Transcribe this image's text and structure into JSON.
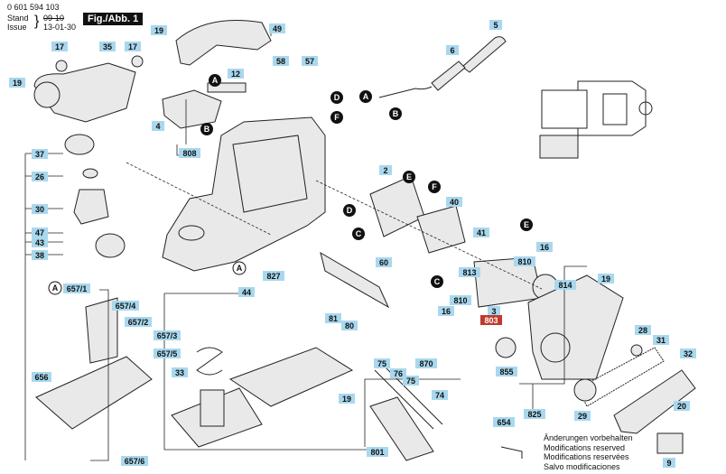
{
  "header": {
    "part_number": "0 601 594 103",
    "stand_label": "Stand",
    "issue_label": "Issue",
    "stand_value": "09-10",
    "issue_value": "13-01-30",
    "figure_label": "Fig./Abb. 1"
  },
  "footer": {
    "lines": [
      "Änderungen vorbehalten",
      "Modifications reserved",
      "Modifications reservées",
      "Salvo modificaciones"
    ]
  },
  "labels": [
    {
      "id": "l17a",
      "text": "17"
    },
    {
      "id": "l35",
      "text": "35"
    },
    {
      "id": "l17b",
      "text": "17"
    },
    {
      "id": "l19a",
      "text": "19"
    },
    {
      "id": "l19b",
      "text": "19"
    },
    {
      "id": "l49",
      "text": "49"
    },
    {
      "id": "l12",
      "text": "12"
    },
    {
      "id": "l4",
      "text": "4"
    },
    {
      "id": "l808",
      "text": "808"
    },
    {
      "id": "l58",
      "text": "58"
    },
    {
      "id": "l57",
      "text": "57"
    },
    {
      "id": "l5",
      "text": "5"
    },
    {
      "id": "l6",
      "text": "6"
    },
    {
      "id": "l37",
      "text": "37"
    },
    {
      "id": "l26",
      "text": "26"
    },
    {
      "id": "l30",
      "text": "30"
    },
    {
      "id": "l47",
      "text": "47"
    },
    {
      "id": "l43",
      "text": "43"
    },
    {
      "id": "l38",
      "text": "38"
    },
    {
      "id": "l2",
      "text": "2"
    },
    {
      "id": "l40",
      "text": "40"
    },
    {
      "id": "l41",
      "text": "41"
    },
    {
      "id": "l16a",
      "text": "16"
    },
    {
      "id": "l810a",
      "text": "810"
    },
    {
      "id": "l813",
      "text": "813"
    },
    {
      "id": "l827",
      "text": "827"
    },
    {
      "id": "l60",
      "text": "60"
    },
    {
      "id": "l810b",
      "text": "810"
    },
    {
      "id": "l16b",
      "text": "16"
    },
    {
      "id": "l3",
      "text": "3"
    },
    {
      "id": "l814",
      "text": "814"
    },
    {
      "id": "l19c",
      "text": "19"
    },
    {
      "id": "l6571",
      "text": "657/1"
    },
    {
      "id": "l6574",
      "text": "657/4"
    },
    {
      "id": "l6572",
      "text": "657/2"
    },
    {
      "id": "l6573",
      "text": "657/3"
    },
    {
      "id": "l6575",
      "text": "657/5"
    },
    {
      "id": "l656",
      "text": "656"
    },
    {
      "id": "l6576",
      "text": "657/6"
    },
    {
      "id": "l44",
      "text": "44"
    },
    {
      "id": "l33",
      "text": "33"
    },
    {
      "id": "l81",
      "text": "81"
    },
    {
      "id": "l80",
      "text": "80"
    },
    {
      "id": "l75a",
      "text": "75"
    },
    {
      "id": "l76",
      "text": "76"
    },
    {
      "id": "l870",
      "text": "870"
    },
    {
      "id": "l75b",
      "text": "75"
    },
    {
      "id": "l74",
      "text": "74"
    },
    {
      "id": "l19d",
      "text": "19"
    },
    {
      "id": "l801",
      "text": "801"
    },
    {
      "id": "l855",
      "text": "855"
    },
    {
      "id": "l825",
      "text": "825"
    },
    {
      "id": "l28",
      "text": "28"
    },
    {
      "id": "l31",
      "text": "31"
    },
    {
      "id": "l32",
      "text": "32"
    },
    {
      "id": "l29",
      "text": "29"
    },
    {
      "id": "l20",
      "text": "20"
    },
    {
      "id": "l9",
      "text": "9"
    },
    {
      "id": "l654",
      "text": "654"
    }
  ],
  "red_label": "803",
  "markers": [
    {
      "id": "mA1",
      "text": "A",
      "style": "black"
    },
    {
      "id": "mB1",
      "text": "B",
      "style": "black"
    },
    {
      "id": "mD1",
      "text": "D",
      "style": "black"
    },
    {
      "id": "mF1",
      "text": "F",
      "style": "black"
    },
    {
      "id": "mA2",
      "text": "A",
      "style": "black"
    },
    {
      "id": "mB2",
      "text": "B",
      "style": "black"
    },
    {
      "id": "mE1",
      "text": "E",
      "style": "black"
    },
    {
      "id": "mF2",
      "text": "F",
      "style": "black"
    },
    {
      "id": "mD2",
      "text": "D",
      "style": "black"
    },
    {
      "id": "mC1",
      "text": "C",
      "style": "black"
    },
    {
      "id": "mE2",
      "text": "E",
      "style": "black"
    },
    {
      "id": "mC2",
      "text": "C",
      "style": "black"
    },
    {
      "id": "mA3",
      "text": "A",
      "style": "white"
    },
    {
      "id": "mA4",
      "text": "A",
      "style": "white"
    }
  ]
}
